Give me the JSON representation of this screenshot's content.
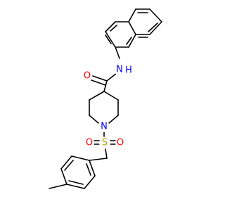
{
  "molecule": {
    "colors": {
      "bond": "#000000",
      "carbon": "#000000",
      "oxygen": "#ff0000",
      "nitrogen": "#0000ff",
      "sulfur": "#b8a000"
    },
    "atoms": {
      "amide_oxygen": "O",
      "amide_nitrogen": "N",
      "amide_hydrogen": "H",
      "piperidine_nitrogen": "N",
      "sulfonyl_sulfur": "S",
      "sulfonyl_oxygen_left": "O",
      "sulfonyl_oxygen_right": "O"
    }
  }
}
